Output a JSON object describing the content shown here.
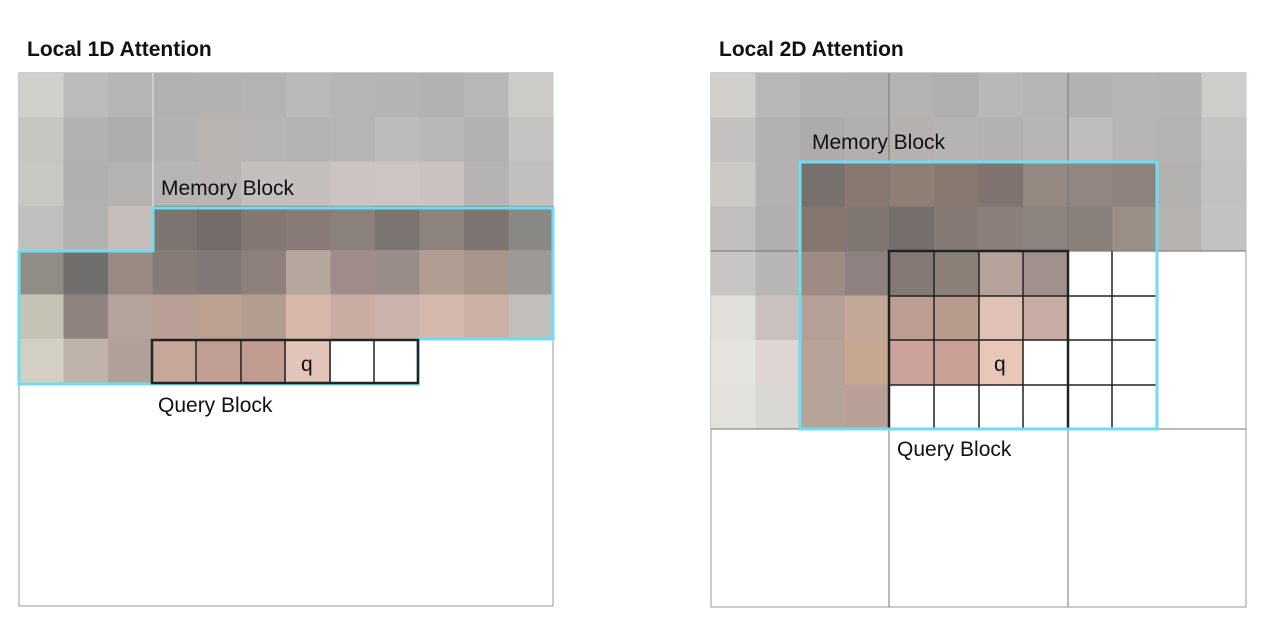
{
  "panels": {
    "left": {
      "title": "Local 1D Attention",
      "memory_label": "Memory Block",
      "query_label": "Query Block",
      "query_cell_label": "q",
      "pixel_colors": [
        [
          "#d2d0cc",
          "#bcbbb9",
          "#b6b5b3",
          "#b2b1af",
          "#b3b2b0",
          "#b4b3b1",
          "#bbbab8",
          "#b6b5b3",
          "#b5b4b2",
          "#b3b2b0",
          "#b8b7b5",
          "#cdccc9"
        ],
        [
          "#c8c6c3",
          "#b3b2b0",
          "#aeadab",
          "#b3b2b0",
          "#bab4b1",
          "#b7b5b3",
          "#b4b3b1",
          "#b6b5b3",
          "#bdbcba",
          "#b8b7b5",
          "#b2b1af",
          "#c4c3c1"
        ],
        [
          "#c9c7c4",
          "#b1b0ae",
          "#b5b3b1",
          "#b6b5b3",
          "#b9b5b3",
          "#c4bfbc",
          "#c4bfbc",
          "#ccc4c2",
          "#cdc5c3",
          "#cac2c0",
          "#b5b4b2",
          "#c1c0be"
        ],
        [
          "#c0bfbd",
          "#b3b2b0",
          "#c4bdba",
          "#7b7470",
          "#746c69",
          "#837774",
          "#877a77",
          "#8a807c",
          "#7c7470",
          "#8e847f",
          "#7c7571",
          "#8a8884"
        ],
        [
          "#918c86",
          "#716f6d",
          "#988983",
          "#877b78",
          "#827877",
          "#8d807a",
          "#b4a69d",
          "#9f8c8a",
          "#9a8c89",
          "#b19d92",
          "#a79589",
          "#9f9996"
        ],
        [
          "#c6c3b5",
          "#8f827f",
          "#b4a39a",
          "#b99f95",
          "#bca191",
          "#b39d91",
          "#d8b6a9",
          "#c9ada2",
          "#cbb2aa",
          "#d4b8ae",
          "#ccb0a4",
          "#c1bebb"
        ],
        [
          "#d3cfc3",
          "#c0b4aa",
          "#b0a198",
          "#c6a79a",
          "#c29f94",
          "#c09c91",
          "#e2c4b8",
          "#ffffff",
          "#ffffff",
          "#ffffff",
          "#ffffff",
          "#ffffff"
        ]
      ]
    },
    "right": {
      "title": "Local 2D Attention",
      "memory_label": "Memory Block",
      "query_label": "Query Block",
      "query_cell_label": "q",
      "pixel_colors": [
        [
          "#d1d0cd",
          "#b8b7b5",
          "#b3b2b0",
          "#b2b1af",
          "#b4b3b1",
          "#b0afad",
          "#b9b8b6",
          "#b6b5b3",
          "#b3b2b0",
          "#b6b5b3",
          "#b5b4b2",
          "#cecdca"
        ],
        [
          "#c3c2c0",
          "#b2b1af",
          "#adacaa",
          "#b1b0ae",
          "#b5b1af",
          "#b5b4b2",
          "#b3b2b0",
          "#b7b6b4",
          "#bfbebc",
          "#b6b5b3",
          "#b4b3b1",
          "#c4c3c1"
        ],
        [
          "#cbcac7",
          "#b2b1af",
          "#77706c",
          "#87796f",
          "#8f7e73",
          "#887870",
          "#817470",
          "#958880",
          "#918680",
          "#8e837d",
          "#b3b2b0",
          "#c2c1bf"
        ],
        [
          "#c0bfbd",
          "#b1b0ae",
          "#857770",
          "#807773",
          "#766e6b",
          "#857a76",
          "#8a7f7b",
          "#8c837f",
          "#887f7b",
          "#9a8e85",
          "#b6b3b1",
          "#c3c2c0"
        ],
        [
          "#c7c6c4",
          "#b7b6b4",
          "#9e8c84",
          "#8e8280",
          "#847975",
          "#8b8078",
          "#b4a29b",
          "#a0918e",
          "#ffffff",
          "#ffffff",
          "#ffffff",
          "#ffffff"
        ],
        [
          "#e0dfdc",
          "#c9c1be",
          "#b5a097",
          "#c3a797",
          "#bb9e91",
          "#b79b8c",
          "#e0c1b6",
          "#c9aca3",
          "#ffffff",
          "#ffffff",
          "#ffffff",
          "#ffffff"
        ],
        [
          "#e6e4df",
          "#ddd6d3",
          "#b7a297",
          "#c6a790",
          "#cca39a",
          "#c8a096",
          "#e8c7b9",
          "#ffffff",
          "#ffffff",
          "#ffffff",
          "#ffffff",
          "#ffffff"
        ],
        [
          "#e3e1dc",
          "#dad8d5",
          "#b6a49a",
          "#b9a097",
          "#ffffff",
          "#ffffff",
          "#ffffff",
          "#ffffff",
          "#ffffff",
          "#ffffff",
          "#ffffff",
          "#ffffff"
        ]
      ]
    }
  },
  "colors": {
    "highlight_outline": "#6fdcf0",
    "query_outline": "#222222",
    "frame": "#9a9a9a",
    "grid_line": "#777777"
  }
}
